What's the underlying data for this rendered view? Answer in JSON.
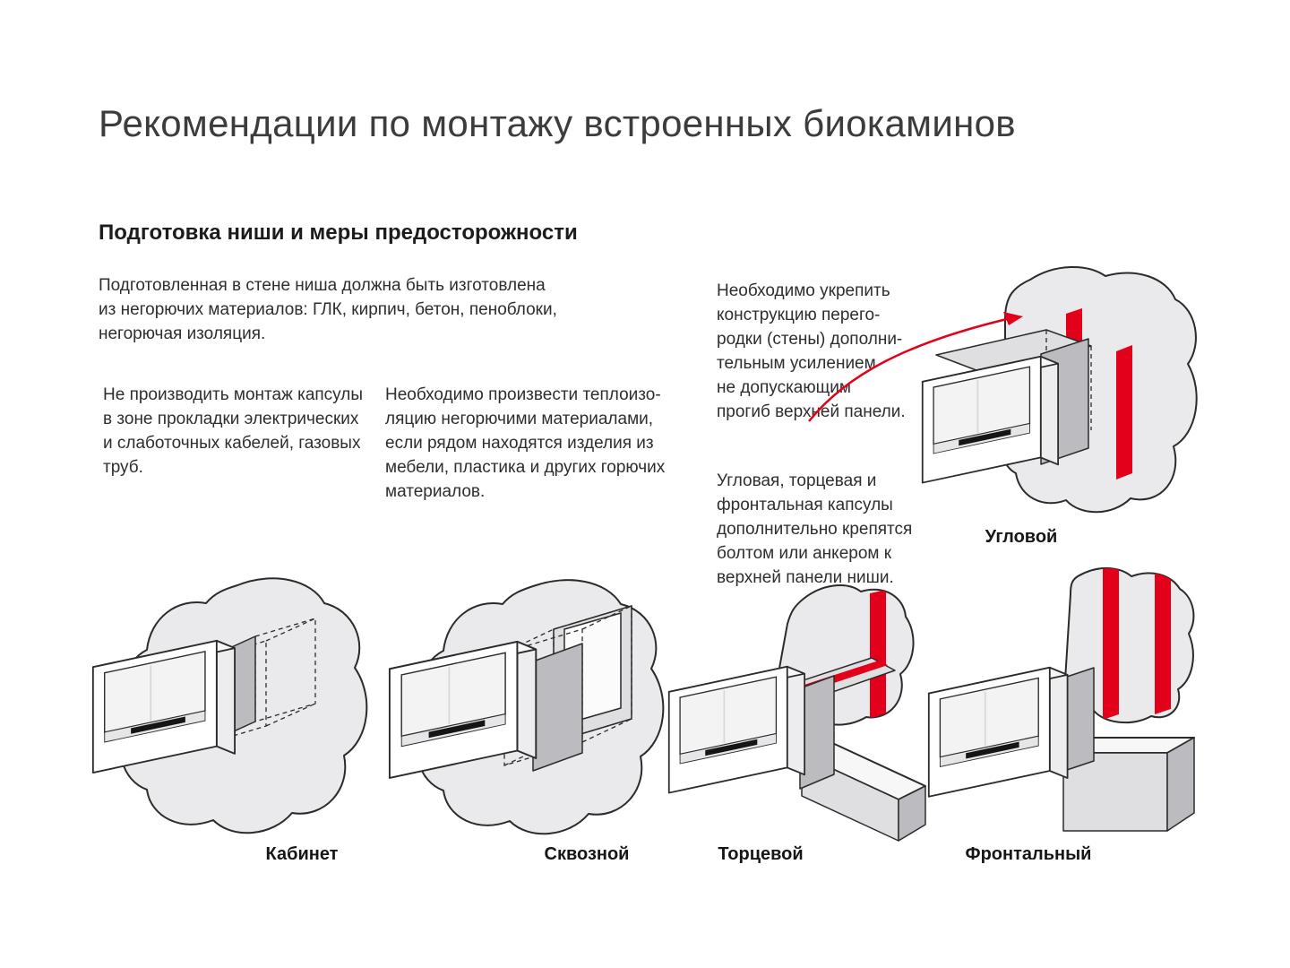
{
  "page": {
    "title": "Рекомендации по монтажу встроенных биокаминов",
    "section_heading": "Подготовка ниши и меры предосторожности",
    "intro": "Подготовленная в стене ниша должна быть изготовлена\nиз негорючих материалов: ГЛК, кирпич, бетон, пеноблоки,\nнегорючая изоляция.",
    "note_left": "Не производить монтаж капсулы\nв зоне прокладки электрических\nи слаботочных кабелей, газовых\nтруб.",
    "note_middle": "Необходимо произвести теплоизо-\nляцию негорючими материалами,\nесли рядом находятся изделия из\nмебели, пластика и других горючих\nматериалов.",
    "note_right_top": "Необходимо укрепить\nконструкцию перего-\nродки (стены) дополни-\nтельным усилением\nне допускающим\nпрогиб верхней панели.",
    "note_right_bottom": "Угловая, торцевая и\nфронтальная капсулы\nдополнительно крепятся\nболтом или анкером к\nверхней панели ниши."
  },
  "diagrams": {
    "corner": {
      "label": "Угловой"
    },
    "cabinet": {
      "label": "Кабинет"
    },
    "through": {
      "label": "Сквозной"
    },
    "end": {
      "label": "Торцевой"
    },
    "frontal": {
      "label": "Фронтальный"
    }
  },
  "colors": {
    "accent_red": "#e2001a",
    "wall_fill": "#eaeaec",
    "line": "#2b2b2b"
  }
}
